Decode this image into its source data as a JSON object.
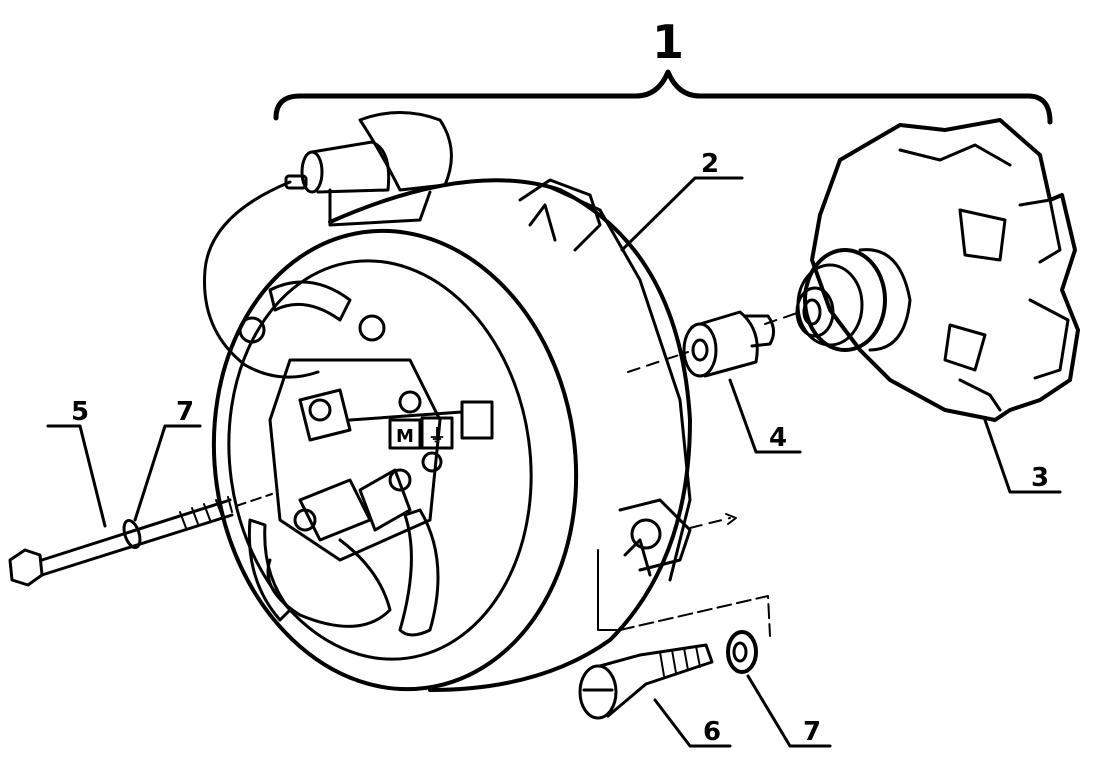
{
  "callouts": {
    "assembly": "1",
    "housing": "2",
    "rotor": "3",
    "spacer": "4",
    "through_bolt": "5",
    "screw": "6",
    "washer_bolt": "7",
    "washer_screw": "7"
  },
  "stator_marks": {
    "m_terminal": "M",
    "earth_symbol": "⏚"
  }
}
